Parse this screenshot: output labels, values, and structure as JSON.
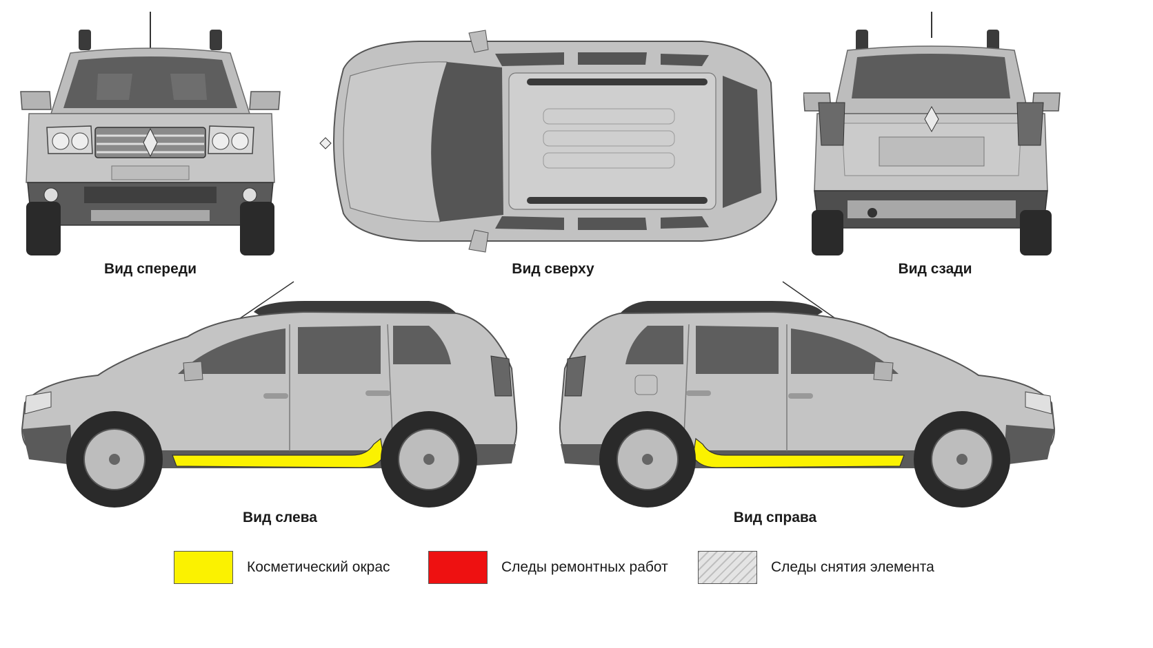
{
  "views": {
    "front": {
      "label": "Вид спереди"
    },
    "top": {
      "label": "Вид сверху"
    },
    "rear": {
      "label": "Вид сзади"
    },
    "left": {
      "label": "Вид слева"
    },
    "right": {
      "label": "Вид справа"
    }
  },
  "legend": {
    "items": [
      {
        "label": "Косметический окрас",
        "color": "#fbf200",
        "pattern": "solid"
      },
      {
        "label": "Следы ремонтных работ",
        "color": "#ee1111",
        "pattern": "solid"
      },
      {
        "label": "Следы снятия элемента",
        "color": "#d8d8d8",
        "pattern": "hatched"
      }
    ]
  },
  "colors": {
    "body": "#c4c4c4",
    "body_dark": "#9a9a9a",
    "trim": "#4a4a4a",
    "glass": "#6e6e6e",
    "marked_area": "#fbf200"
  }
}
